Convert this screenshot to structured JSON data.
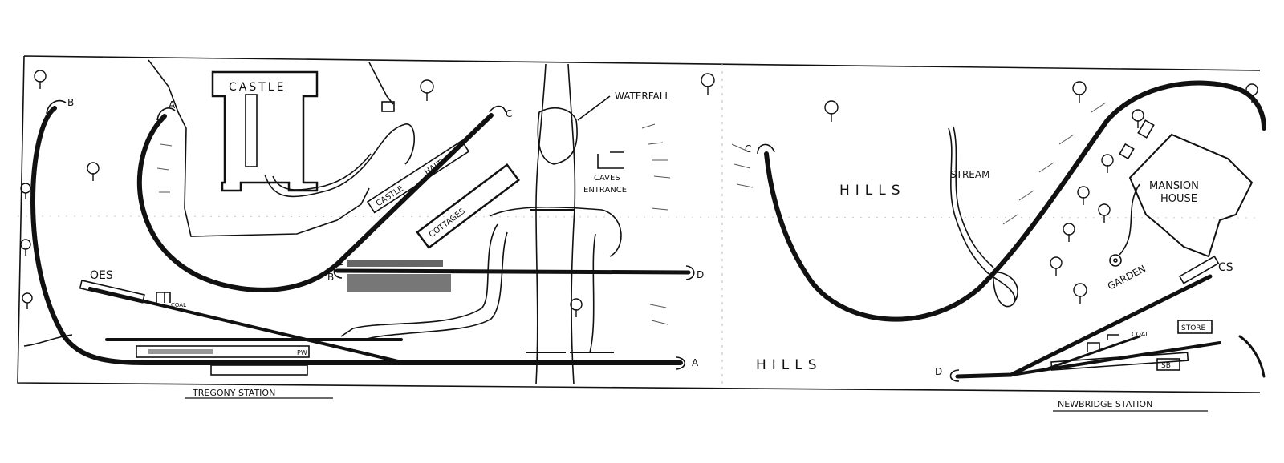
{
  "labels": {
    "castle": "CASTLE",
    "waterfall": "WATERFALL",
    "caves_entrance_1": "CAVES",
    "caves_entrance_2": "ENTRANCE",
    "castle_halt_1": "CASTLE",
    "castle_halt_2": "HALT",
    "cottages": "COTTAGES",
    "oes": "OES",
    "coal_left": "COAL",
    "pw": "PW",
    "hills_upper": "HILLS",
    "hills_lower": "HILLS",
    "stream": "STREAM",
    "mansion_house_1": "MANSION",
    "mansion_house_2": "HOUSE",
    "garden": "GARDEN",
    "cs": "CS",
    "coal_right": "COAL",
    "store": "STORE",
    "sb": "SB",
    "tregony_station": "TREGONY  STATION",
    "newbridge_station": "NEWBRIDGE  STATION"
  },
  "track_ends": {
    "left_b": "B",
    "left_a": "A",
    "mid_c": "C",
    "mid_b": "B",
    "mid_d": "D",
    "mid_a": "A",
    "right_c": "C",
    "right_d": "D"
  }
}
